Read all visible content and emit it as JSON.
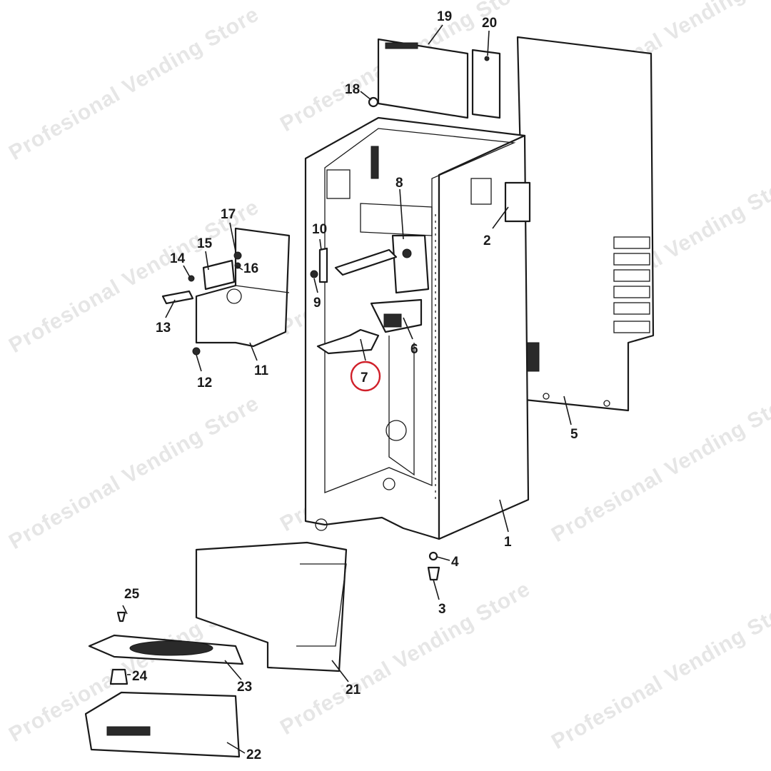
{
  "watermark": "Profesional Vending Store",
  "highlight_color": "#d0202a",
  "highlighted_part": "7",
  "callouts": [
    "1",
    "2",
    "3",
    "4",
    "5",
    "6",
    "7",
    "8",
    "9",
    "10",
    "11",
    "12",
    "13",
    "14",
    "15",
    "16",
    "17",
    "18",
    "19",
    "20",
    "21",
    "22",
    "23",
    "24",
    "25"
  ]
}
